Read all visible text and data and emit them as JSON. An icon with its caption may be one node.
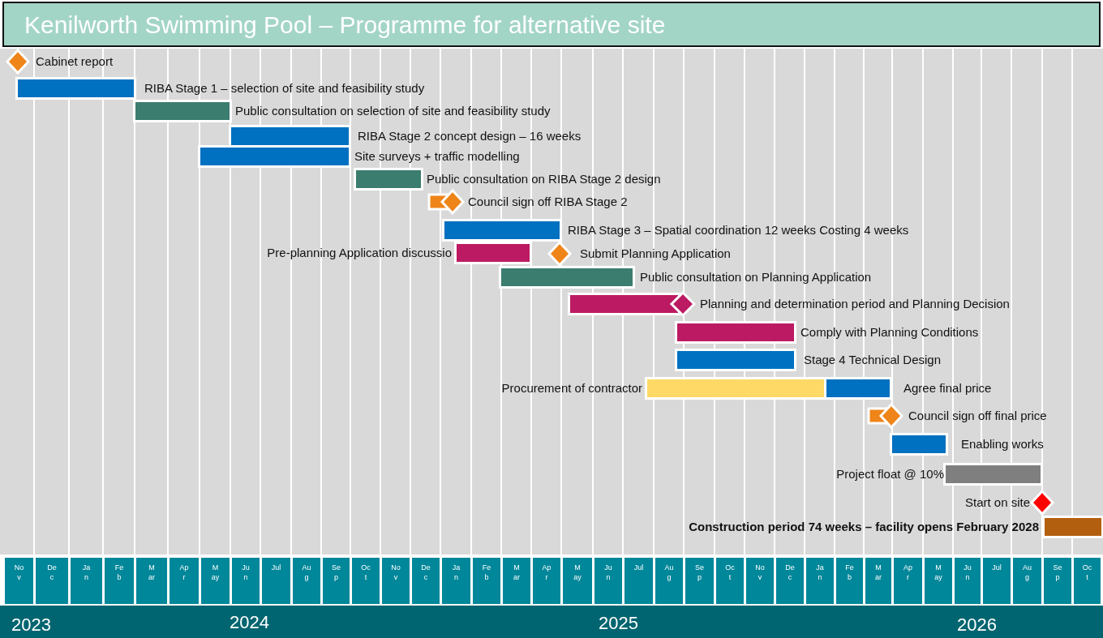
{
  "diagram": {
    "title": "Kenilworth Swimming Pool – Programme for alternative site",
    "nodes": [
      {
        "text": [],
        "shape": "diamond",
        "beside": [
          "Cabinet report"
        ]
      },
      {
        "text": [],
        "shape": "bar",
        "beside": [
          "RIBA Stage 1 – selection of site and feasibility study"
        ]
      },
      {
        "text": [],
        "shape": "bar",
        "beside": [
          "Public consultation on selection of site and feasibility study"
        ]
      },
      {
        "text": [],
        "shape": "bar",
        "beside": [
          "RIBA Stage 2 concept design – 16 weeks"
        ]
      },
      {
        "text": [],
        "shape": "bar",
        "beside": [
          "Site surveys + traffic modelling"
        ]
      },
      {
        "text": [],
        "shape": "bar",
        "beside": [
          "Public consultation on RIBA Stage 2 design"
        ]
      },
      {
        "text": [],
        "shape": "diamond",
        "beside": [
          "Council sign off RIBA Stage 2"
        ]
      },
      {
        "text": [],
        "shape": "bar",
        "beside": [
          "RIBA Stage 3 – Spatial coordination 12 weeks Costing 4 weeks"
        ]
      },
      {
        "text": [],
        "shape": "bar",
        "beside": [
          "Pre-planning Application discussio"
        ]
      },
      {
        "text": [],
        "shape": "diamond",
        "beside": [
          "Submit Planning Application"
        ]
      },
      {
        "text": [],
        "shape": "bar",
        "beside": [
          "Public consultation on Planning Application"
        ]
      },
      {
        "text": [],
        "shape": "bar",
        "beside": [
          "Planning and determination period and Planning Decision"
        ]
      },
      {
        "text": [],
        "shape": "bar",
        "beside": [
          "Comply with Planning Conditions"
        ]
      },
      {
        "text": [],
        "shape": "bar",
        "beside": [
          "Stage 4 Technical Design"
        ]
      },
      {
        "text": [],
        "shape": "bar",
        "beside": [
          "Procurement of contractor"
        ]
      },
      {
        "text": [],
        "shape": "bar",
        "beside": [
          "Agree final price"
        ]
      },
      {
        "text": [],
        "shape": "diamond",
        "beside": [
          "Council sign off final price"
        ]
      },
      {
        "text": [],
        "shape": "bar",
        "beside": [
          "Enabling works"
        ]
      },
      {
        "text": [],
        "shape": "bar",
        "beside": [
          "Project float @ 10%"
        ]
      },
      {
        "text": [],
        "shape": "diamond",
        "beside": [
          "Start on site"
        ]
      },
      {
        "text": [],
        "shape": "bar",
        "beside": [
          "Construction period 74 weeks – facility opens February 2028"
        ]
      }
    ],
    "labels": [
      "Nov",
      "Dec",
      "Jan",
      "Feb",
      "Mar",
      "Apr",
      "May",
      "Jun",
      "Jul",
      "Aug",
      "Sep",
      "Oct",
      "Nov",
      "Dec",
      "Jan",
      "Feb",
      "Mar",
      "Apr",
      "May",
      "Jun",
      "Jul",
      "Aug",
      "Sep",
      "Oct",
      "Nov",
      "Dec",
      "Jan",
      "Feb",
      "Mar",
      "Apr",
      "May",
      "Jun",
      "Jul",
      "Aug",
      "Sep",
      "Oct",
      "2023",
      "2024",
      "2025",
      "2026"
    ]
  }
}
